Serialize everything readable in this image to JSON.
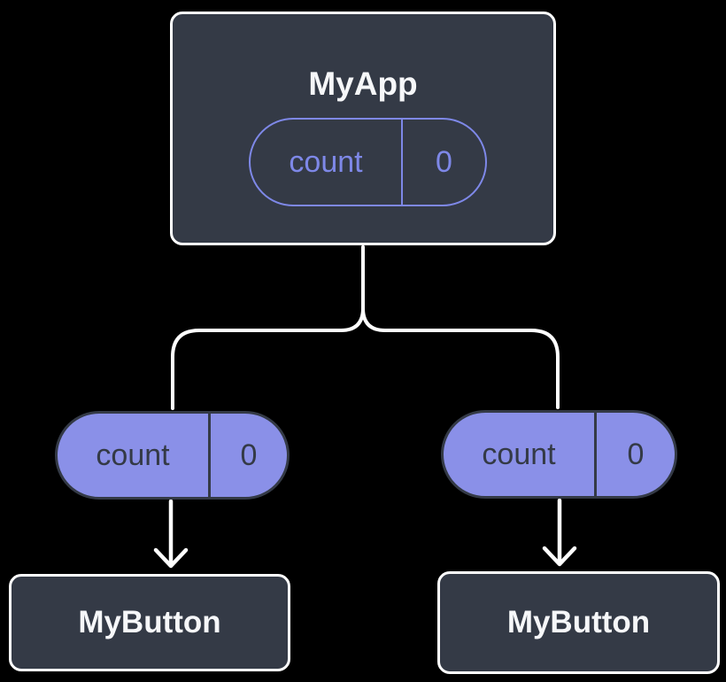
{
  "diagram": {
    "root": {
      "title": "MyApp",
      "state": {
        "name": "count",
        "value": "0"
      }
    },
    "children": [
      {
        "title": "MyButton",
        "state": {
          "name": "count",
          "value": "0"
        }
      },
      {
        "title": "MyButton",
        "state": {
          "name": "count",
          "value": "0"
        }
      }
    ]
  },
  "colors": {
    "background": "#000000",
    "card": "#343A46",
    "card_border": "#FFFFFF",
    "text_light": "#F6F7F9",
    "text_dark": "#343A46",
    "purple_fill": "#8A90E8",
    "purple_stroke": "#7E88E8",
    "connector": "#FFFFFF"
  }
}
